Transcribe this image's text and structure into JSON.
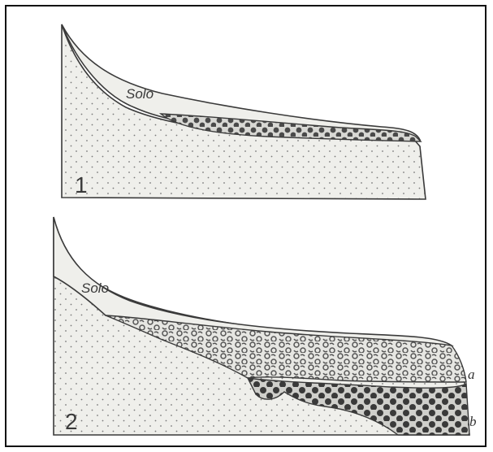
{
  "diagram1": {
    "number": "1",
    "soil_label": "Solo"
  },
  "diagram2": {
    "number": "2",
    "soil_label": "Solo",
    "layer_a_label": "a",
    "layer_b_label": "b"
  }
}
